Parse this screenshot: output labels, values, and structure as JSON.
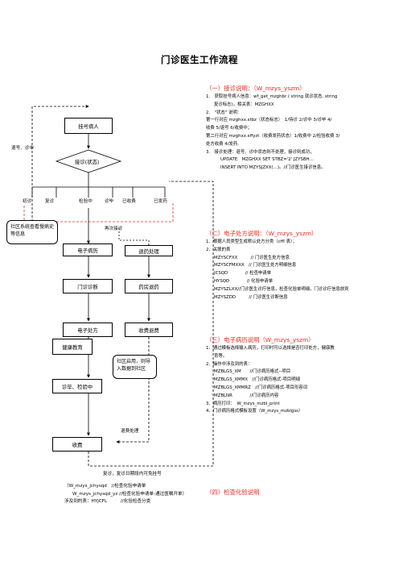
{
  "title": "门诊医生工作流程",
  "flow": {
    "register": "挂号病人",
    "visit": "接诊(状态)",
    "states": [
      "初诊",
      "复诊",
      "检验中",
      "诊毕",
      "已收费",
      "已发药"
    ],
    "return_to_consult": "退号、诊中",
    "re_consult": "再次接诊",
    "emr": "电子病历",
    "refund_proc": "退药处理",
    "diag": "门诊诊断",
    "pharm_refund": "药房退药",
    "rx": "电子处方",
    "fee_refund": "收费退费",
    "health": "健康教育",
    "exam": "诊毕、检验中",
    "fee": "收费",
    "return_proc": "退费处理",
    "reconsult_note": "复诊，复诊日期段内可免挂号",
    "note_history": "社区系统查看慢病史等信息",
    "note_community": "社区启用，则导入数据到社区"
  },
  "bottom": [
    "（W_mzys_jchysqd　//检查化验申请单",
    "W_mzys_jchysqd_yz //检查化验申请单-通过医嘱开单）",
    "涉及到的表：HYJCFL　　　//化验检查分类"
  ],
  "sections": {
    "s1_title": "（一）接诊说明：（W_mzys_yszm）",
    "s1": [
      "1.　获取挂号病人信息：wf_get_mzghbr ( string 就诊状态, string",
      "复诊标志)，相关表：MZGHXX",
      "2.　\"状态\" 说明：",
      "第一行对应 mzghxx.stbz（状态标志）　1/待诊 2/诊中 3/诊毕 4/",
      "收费 5/退号 6/收费中；",
      "第二行对应 mzghxx.sffyzt（收费发药状态）1/收费中 2/检验收费 3/",
      "处方收费 4/发药.",
      "3.　接诊处理：退号、诊中状态则不处理，接诊则成功，",
      "UPDATE　MZGHXX SET STBZ='2' JZYSBH…",
      "INSERT INTO MZYSJZXX(…)。//门诊医生接诊信息。"
    ],
    "s2_title": "（二）电子处方说明：（W_mzys_yszm）",
    "s2": [
      "1．根据人员类型生成默认处方分类（cffl 表）；",
      "2．关联的表",
      "MZYSCFXX　　　// 门诊医生处方信息",
      "MZYSCFMXXX　// 门诊医生处方明细信息",
      "JCSQD　　　　// 检查申请单",
      "HYSQD　　　　// 化验申请单",
      "MZYSZLXX//门诊医生诊疗信息，检查化验单明细，门诊诊疗信息放到",
      "MZYSZDD　　　// 门诊医生诊断信息"
    ],
    "s3_title": "（三）电子病历说明（W_mzys_yszm）",
    "s3": [
      "1．通过模板选择输入病历，打印时可以选择是否打印处方，健康教",
      "育等。",
      "2．操作中涉及到的表：",
      "MZBLGS_XM　　//门诊病历格式--项目",
      "MZBLGS_XMMX　//门诊病历格式-项目明细",
      "MZBLGS_XMMRZ　//门诊病历格式-项目形容词",
      "MZBLNR　　　　//门诊病历内容",
      "3．病历打印：　W_mzys_mzbl_print",
      "4．门诊病历格式模板设置（W_mzys_mzblgss）"
    ],
    "s4_title": "（四）检查化验说明"
  }
}
